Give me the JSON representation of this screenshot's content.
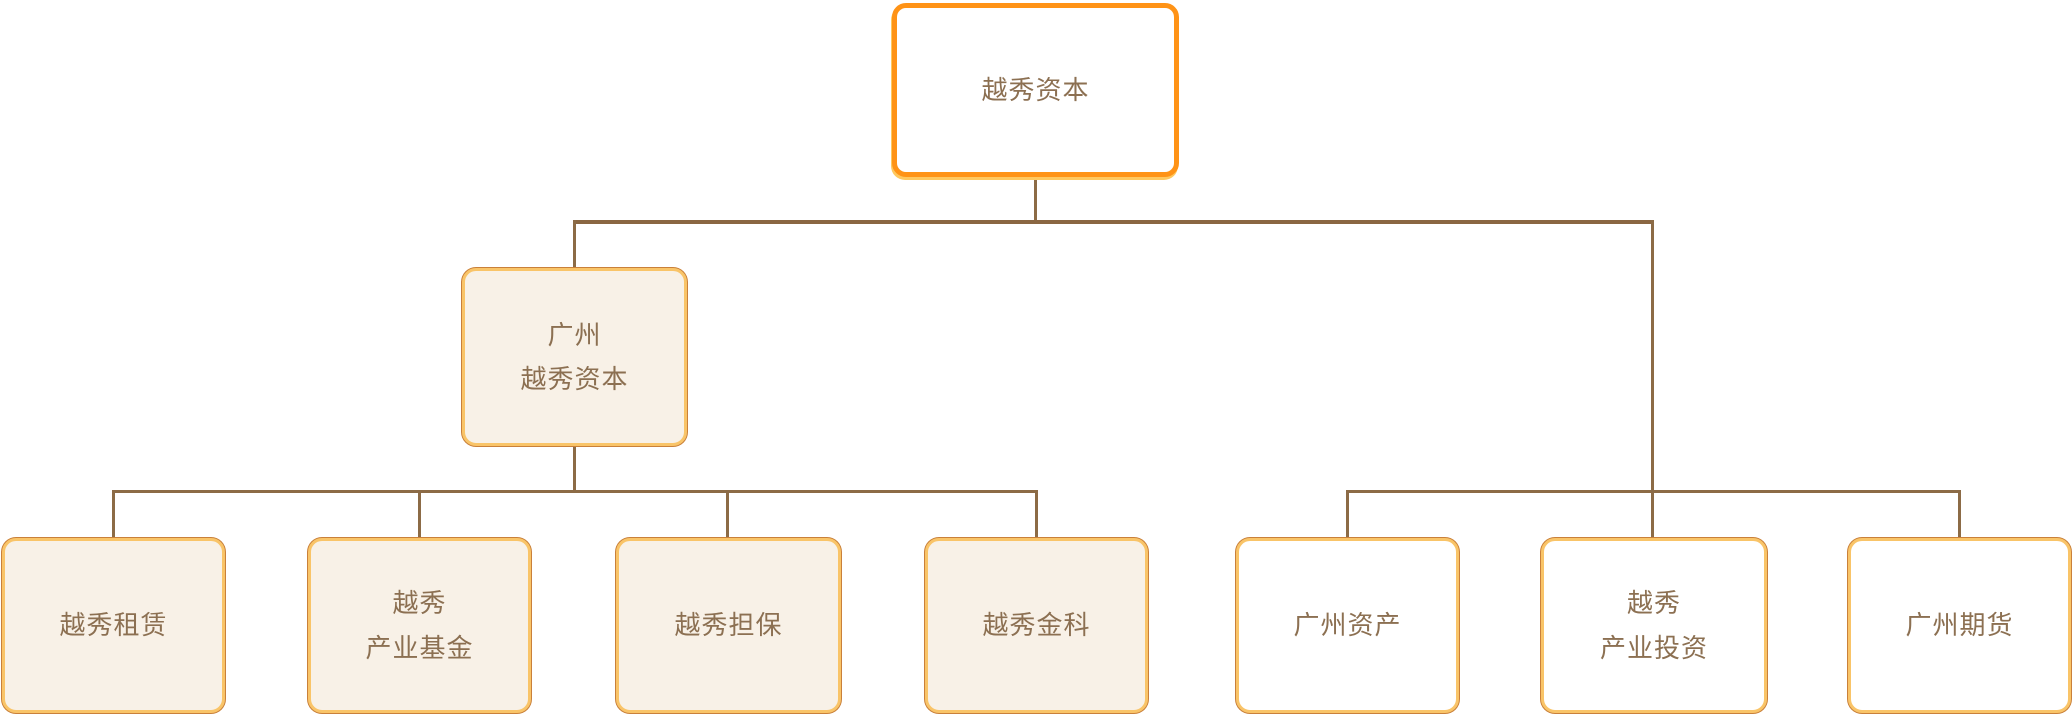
{
  "diagram": {
    "type": "org-chart",
    "tree": {
      "label": "越秀资本",
      "children": [
        {
          "label": "广州\n越秀资本",
          "children": [
            {
              "label": "越秀租赁"
            },
            {
              "label": "越秀\n产业基金"
            },
            {
              "label": "越秀担保"
            },
            {
              "label": "越秀金科"
            }
          ]
        },
        {
          "label": "广州资产"
        },
        {
          "label": "越秀\n产业投资"
        },
        {
          "label": "广州期货"
        }
      ]
    },
    "colors": {
      "root_border": "#FF9316",
      "root_fill": "#FFFFFF",
      "child_border": "#F9C468",
      "child_border_outer": "#C9803A",
      "cream_fill": "#F8F1E7",
      "white_fill": "#FFFFFF",
      "text": "#8C7052",
      "connector": "#8C6B46"
    }
  }
}
